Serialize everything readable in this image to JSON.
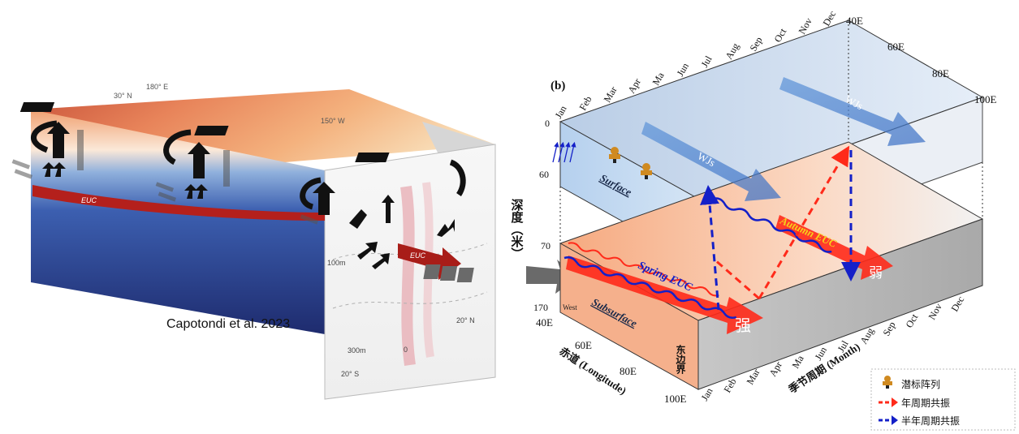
{
  "colors": {
    "ocean_warm": "#e8845a",
    "ocean_deep": "#2a3d8f",
    "surface_box": "#cfe0f2",
    "subsurface_box": "#f5b08c",
    "euc_red": "#b4201c",
    "annual_red": "#ff2a1a",
    "semiannual_blue": "#1420c8"
  },
  "left_panel": {
    "lat_n30": "30° N",
    "lon_180": "180° E",
    "lon_150w": "150° W",
    "euc_label": "EUC",
    "euc_label_section": "EUC",
    "depth_100": "100m",
    "depth_300": "300m",
    "lat_20s": "20° S",
    "lat_0": "0",
    "lat_20n": "20° N",
    "credit": "Capotondi et al. 2023"
  },
  "depth_title": "深度（米）",
  "right_panel": {
    "panel_label": "(b)",
    "depths": [
      "0",
      "60",
      "70",
      "170"
    ],
    "months_top": [
      "Jan",
      "Feb",
      "Mar",
      "Apr",
      "Ma",
      "Jun",
      "Jul",
      "Aug",
      "Sep",
      "Oct",
      "Nov",
      "Dec"
    ],
    "months_bottom": [
      "Jan",
      "Feb",
      "Mar",
      "Apr",
      "Ma",
      "Jun",
      "Jul",
      "Aug",
      "Sep",
      "Oct",
      "Nov",
      "Dec"
    ],
    "lons_right": [
      "40E",
      "60E",
      "80E",
      "100E"
    ],
    "lons_left": [
      "40E",
      "60E",
      "80E",
      "100E"
    ],
    "surface_label": "Surface",
    "subsurface_label": "Subsurface",
    "west_label": "West",
    "wjs_label": "WJs",
    "spring_euc": "Spring EUC",
    "autumn_euc": "Autumn EUC",
    "strong": "强",
    "weak": "弱",
    "east_boundary": "东边界",
    "equator_axis": "赤道 (Longitude)",
    "month_axis": "季节周期 (Month)"
  },
  "legend": {
    "items": [
      {
        "label": "潜标阵列",
        "icon": "mooring-icon"
      },
      {
        "label": "年周期共振",
        "icon": "red-arrow-icon"
      },
      {
        "label": "半年周期共振",
        "icon": "blue-arrow-icon"
      }
    ]
  }
}
